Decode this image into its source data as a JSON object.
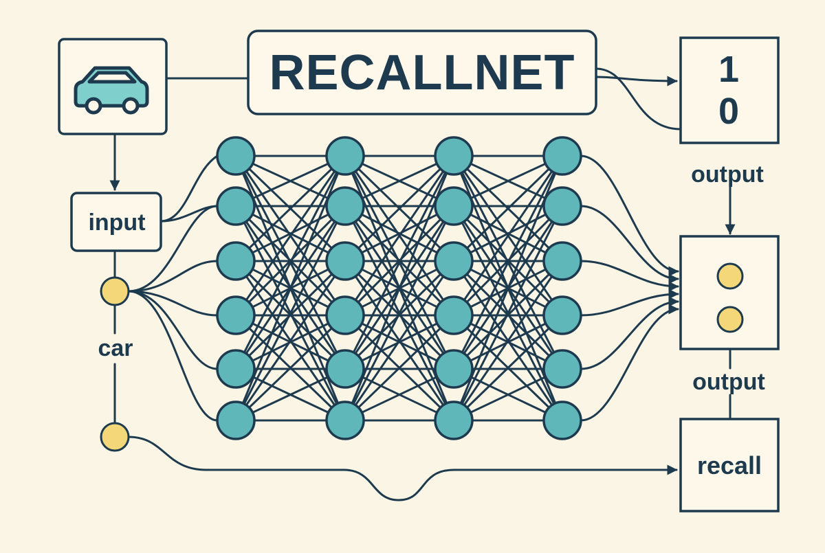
{
  "title": "RECALLNET",
  "labels": {
    "input": "input",
    "car": "car",
    "output_top": "output",
    "output_bottom": "output",
    "recall": "recall"
  },
  "binary_output": {
    "digit_1": "1",
    "digit_2": "0"
  },
  "network": {
    "layers": 4,
    "nodes_per_layer": 6
  },
  "icons": {
    "input_image": "car-icon"
  },
  "colors": {
    "background": "#fbf5e6",
    "stroke": "#1d3a4e",
    "node_fill": "#5fb7ba",
    "car_fill": "#7fcfcc",
    "token_fill": "#f3d779",
    "box_fill": "#fdf8ea"
  }
}
